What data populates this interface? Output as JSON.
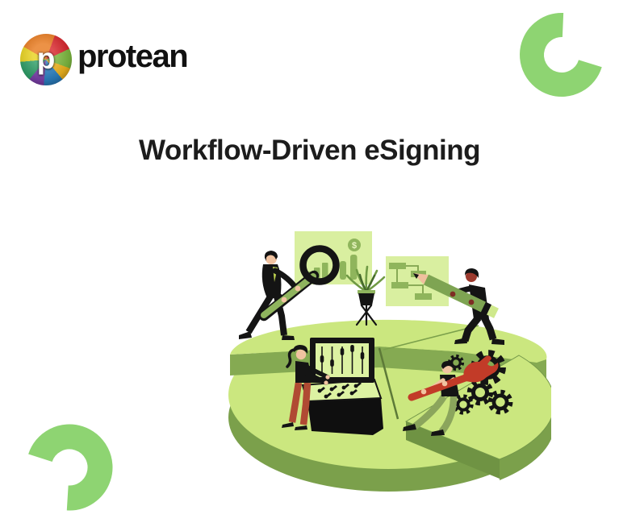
{
  "page": {
    "background_color": "#ffffff"
  },
  "header": {
    "brand": "protean",
    "logo": {
      "letter": "p"
    }
  },
  "title": {
    "text": "Workflow-Driven eSigning",
    "color": "#1c1c1c"
  },
  "decor": {
    "accent_green": "#8ed472",
    "shapes": [
      "top-right-crescent",
      "bottom-left-crescent"
    ]
  },
  "illustration": {
    "alt": "Four workers collaborate on a 3D pie chart: analyst inspecting a bar chart with a magnifying glass, man drawing a flowchart with a giant pencil, woman operating a slider control console, engineer turning gears with a red wrench on a detached pie slice",
    "chart_panel": {
      "coin_symbol": "$",
      "bar_count": 5
    },
    "flowchart_panel": {
      "box_count": 4
    },
    "console": {
      "slider_count": 5
    },
    "gears": {
      "count": 5
    },
    "colors": {
      "pie_top": "#cbe77f",
      "pie_side": "#7ba04b",
      "tier_face": "#85aa52",
      "panel_bg": "#d9efa0",
      "olive": "#8fb55c",
      "ink": "#141414",
      "wrench_red": "#c23b28",
      "pants_red": "#b04a33",
      "skin": "#f1c3a1",
      "pencil_green": "#7ea452"
    },
    "elements": [
      "bar-chart-panel",
      "magnifier-analyst",
      "flowchart-panel",
      "pencil-writer",
      "potted-plant",
      "slider-console",
      "console-operator",
      "wrench-engineer",
      "gears",
      "pie-chart-base"
    ]
  }
}
